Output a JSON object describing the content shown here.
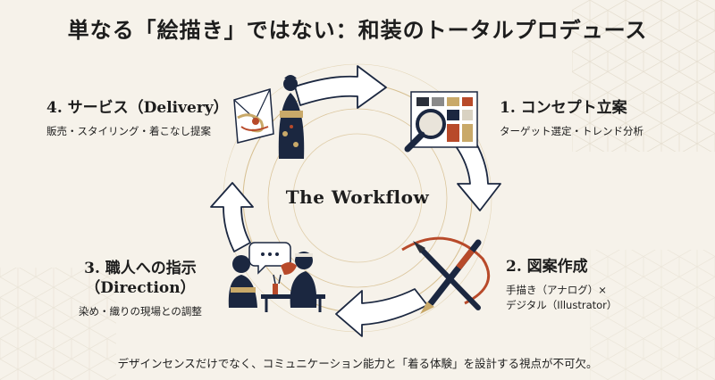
{
  "title": "単なる「絵描き」ではない：和装のトータルプロデュース",
  "center_label": "The Workflow",
  "steps": [
    {
      "heading": "1. コンセプト立案",
      "sub": [
        "ターゲット選定・トレンド分析"
      ]
    },
    {
      "heading": "2. 図案作成",
      "sub": [
        "手描き（アナログ）×",
        "デジタル（Illustrator）"
      ]
    },
    {
      "heading_lines": [
        "3. 職人への指示",
        "（Direction）"
      ],
      "sub": [
        "染め・織りの現場との調整"
      ]
    },
    {
      "heading": "4. サービス（Delivery）",
      "sub": [
        "販売・スタイリング・着こなし提案"
      ]
    }
  ],
  "footer": "デザインセンスだけでなく、コミュニケーション能力と「着る体験」を設計する視点が不可欠。",
  "icons": [
    "swatch-magnifier-icon",
    "brush-pen-icon",
    "artisans-icon",
    "kimono-gift-icon"
  ],
  "colors": {
    "ink": "#1b2740",
    "accent": "#b84a2a",
    "gold": "#c9a969",
    "background": "#f6f2ea"
  }
}
